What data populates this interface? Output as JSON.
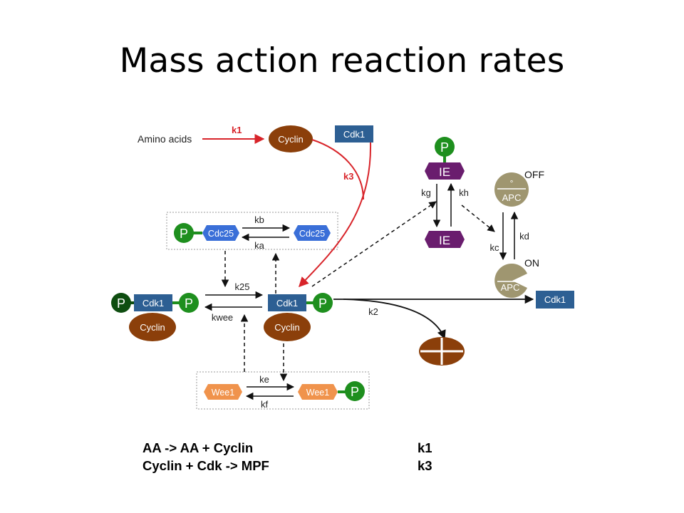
{
  "slide": {
    "title": "Mass action reaction rates"
  },
  "diagram": {
    "amino_acids": "Amino acids",
    "cyclin": "Cyclin",
    "cdk1": "Cdk1",
    "p": "P",
    "cdc25": "Cdc25",
    "wee1": "Wee1",
    "ie": "IE",
    "apc": "APC",
    "off": "OFF",
    "on": "ON",
    "apc_mark": "°",
    "rates": {
      "k1": "k1",
      "k3": "k3",
      "kb": "kb",
      "ka": "ka",
      "k25": "k25",
      "kwee": "kwee",
      "ke": "ke",
      "kf": "kf",
      "k2": "k2",
      "kg": "kg",
      "kh": "kh",
      "kc": "kc",
      "kd": "kd"
    },
    "colors": {
      "cyclin": "#8b3f0a",
      "cdk1": "#2d5f93",
      "phospho": "#1e8f1e",
      "phospho_dark": "#0e4d10",
      "cdc25": "#3a6fd8",
      "wee1": "#f0934c",
      "ie": "#6a1d6e",
      "apc": "#9f9670",
      "synthesis_arrow": "#d8242a"
    }
  },
  "reactions": [
    {
      "equation": "AA -> AA + Cyclin",
      "rate": "k1"
    },
    {
      "equation": "Cyclin + Cdk -> MPF",
      "rate": "k3"
    }
  ]
}
